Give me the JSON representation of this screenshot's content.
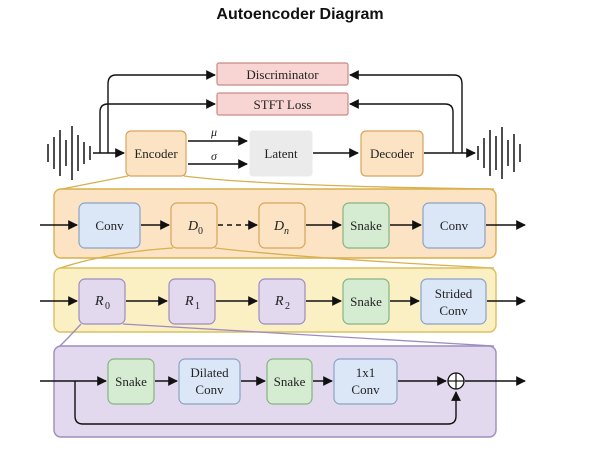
{
  "title": "Autoencoder Diagram",
  "top": {
    "discriminator": "Discriminator",
    "stft_loss": "STFT Loss",
    "encoder": "Encoder",
    "latent": "Latent",
    "decoder": "Decoder",
    "mu": "μ",
    "sigma": "σ"
  },
  "encoder_row": {
    "conv_in": "Conv",
    "d0": {
      "base": "D",
      "sub": "0"
    },
    "dn": {
      "base": "D",
      "sub": "n"
    },
    "snake": "Snake",
    "conv_out": "Conv"
  },
  "block_row": {
    "r0": {
      "base": "R",
      "sub": "0"
    },
    "r1": {
      "base": "R",
      "sub": "1"
    },
    "r2": {
      "base": "R",
      "sub": "2"
    },
    "snake": "Snake",
    "strided_line1": "Strided",
    "strided_line2": "Conv"
  },
  "residual_row": {
    "snake1": "Snake",
    "dilated_line1": "Dilated",
    "dilated_line2": "Conv",
    "snake2": "Snake",
    "onebyone_line1": "1x1",
    "onebyone_line2": "Conv",
    "add_symbol": "+"
  },
  "colors": {
    "red_box": "#f8d5d2",
    "red_stroke": "#c98b86",
    "orange_box": "#fbe3c4",
    "orange_stroke": "#d8a45c",
    "blue_box": "#dbe7f7",
    "blue_stroke": "#8aa3c6",
    "green_box": "#d5ecd2",
    "green_stroke": "#86b381",
    "purple_box": "#e2d9ee",
    "purple_stroke": "#9e8cbf",
    "yellow_box": "#fbf0c4",
    "yellow_stroke": "#d8c060",
    "gray_box": "#ebebeb"
  }
}
